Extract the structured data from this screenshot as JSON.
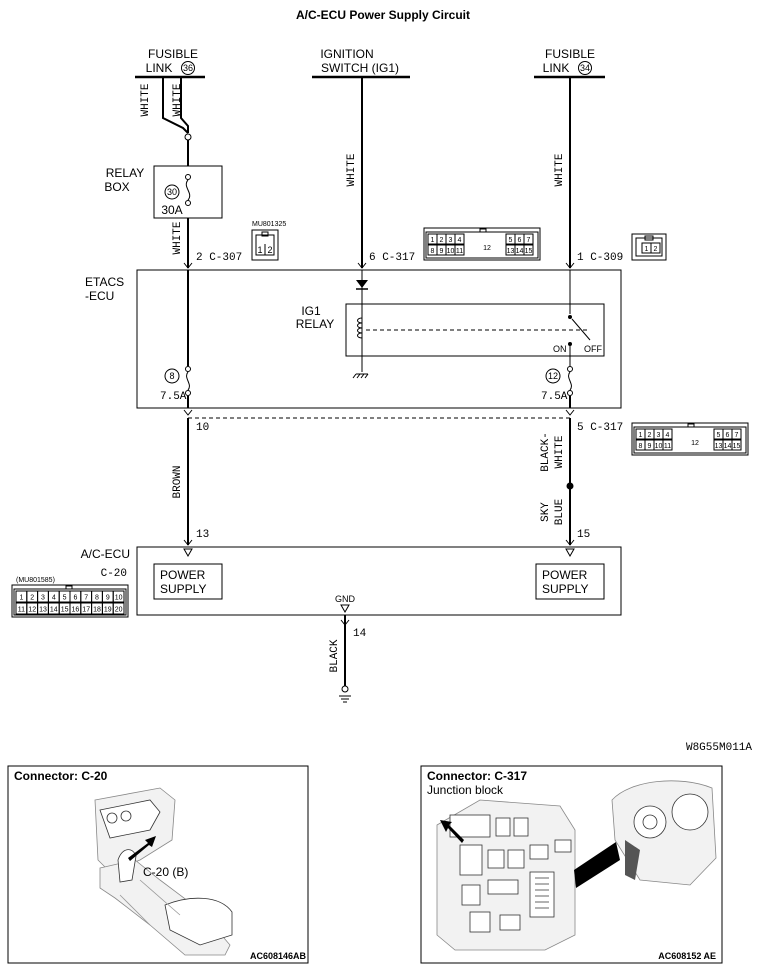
{
  "title": "A/C-ECU Power Supply Circuit",
  "sources": {
    "fusible_left": "FUSIBLE",
    "fusible_left_2": "LINK",
    "fusible_left_num": "36",
    "ignition_1": "IGNITION",
    "ignition_2": "SWITCH (IG1)",
    "fusible_right": "FUSIBLE",
    "fusible_right_2": "LINK",
    "fusible_right_num": "34"
  },
  "wires": {
    "white": "WHITE",
    "brown": "BROWN",
    "black_white_1": "BLACK-",
    "black_white_2": "WHITE",
    "sky_blue_1": "SKY",
    "sky_blue_2": "BLUE",
    "black": "BLACK"
  },
  "relay_box": {
    "label_1": "RELAY",
    "label_2": "BOX",
    "fuse_num": "30",
    "fuse_amp": "30A"
  },
  "connectors": {
    "c307": "2 C-307",
    "c307_part": "MU801325",
    "c317_top": "6 C-317",
    "c309": "1 C-309",
    "c317_bottom": "5 C-317",
    "pin_10": "10",
    "pin_13": "13",
    "pin_15": "15",
    "pin_14": "14",
    "c20_part": "(MU801585)",
    "c317_pins": [
      "1",
      "2",
      "3",
      "4",
      "12",
      "5",
      "6",
      "7",
      "8",
      "9",
      "10",
      "11",
      "13",
      "14",
      "15"
    ],
    "c307_pins": [
      "1",
      "2"
    ],
    "c309_pins": [
      "1",
      "2"
    ],
    "c20_pins_row1": [
      "1",
      "2",
      "3",
      "4",
      "5",
      "6",
      "7",
      "8",
      "9",
      "10"
    ],
    "c20_pins_row2": [
      "11",
      "12",
      "13",
      "14",
      "15",
      "16",
      "17",
      "18",
      "19",
      "20"
    ]
  },
  "etacs": {
    "label_1": "ETACS",
    "label_2": "-ECU",
    "relay_1": "IG1",
    "relay_2": "RELAY",
    "on": "ON",
    "off": "OFF",
    "fuse_left_num": "8",
    "fuse_left_amp": "7.5A",
    "fuse_right_num": "12",
    "fuse_right_amp": "7.5A"
  },
  "ac_ecu": {
    "label_1": "A/C-ECU",
    "label_2": "C-20",
    "power_1": "POWER",
    "power_2": "SUPPLY",
    "gnd": "GND"
  },
  "figure_code": "W8G55M011A",
  "panel_left": {
    "title": "Connector: C-20",
    "callout": "C-20 (B)",
    "code": "AC608146AB"
  },
  "panel_right": {
    "title": "Connector: C-317",
    "subtitle": "Junction block",
    "code": "AC608152 AE"
  }
}
